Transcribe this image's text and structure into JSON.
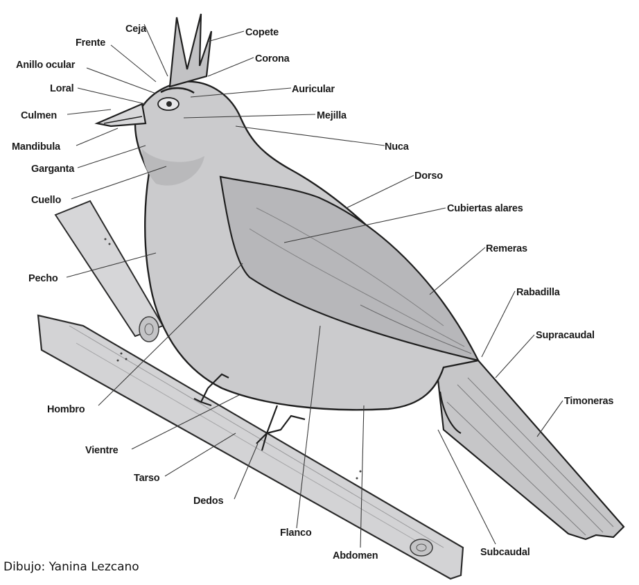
{
  "labels": {
    "ceja": "Ceja",
    "copete": "Copete",
    "frente": "Frente",
    "corona": "Corona",
    "anillo_ocular": "Anillo ocular",
    "loral": "Loral",
    "auricular": "Auricular",
    "culmen": "Culmen",
    "mejilla": "Mejilla",
    "nuca": "Nuca",
    "mandibula": "Mandibula",
    "garganta": "Garganta",
    "dorso": "Dorso",
    "cuello": "Cuello",
    "cubiertas_alares": "Cubiertas alares",
    "remeras": "Remeras",
    "pecho": "Pecho",
    "rabadilla": "Rabadilla",
    "supracaudal": "Supracaudal",
    "timoneras": "Timoneras",
    "hombro": "Hombro",
    "vientre": "Vientre",
    "tarso": "Tarso",
    "dedos": "Dedos",
    "flanco": "Flanco",
    "abdomen": "Abdomen",
    "subcaudal": "Subcaudal"
  },
  "credit": "Dibujo: Yanina Lezcano",
  "colors": {
    "outline": "#1f1f1f",
    "body_fill": "#c9c9cb",
    "wing_fill": "#b5b5b8",
    "branch_fill": "#d4d4d6",
    "leader": "#3a3a3a"
  }
}
